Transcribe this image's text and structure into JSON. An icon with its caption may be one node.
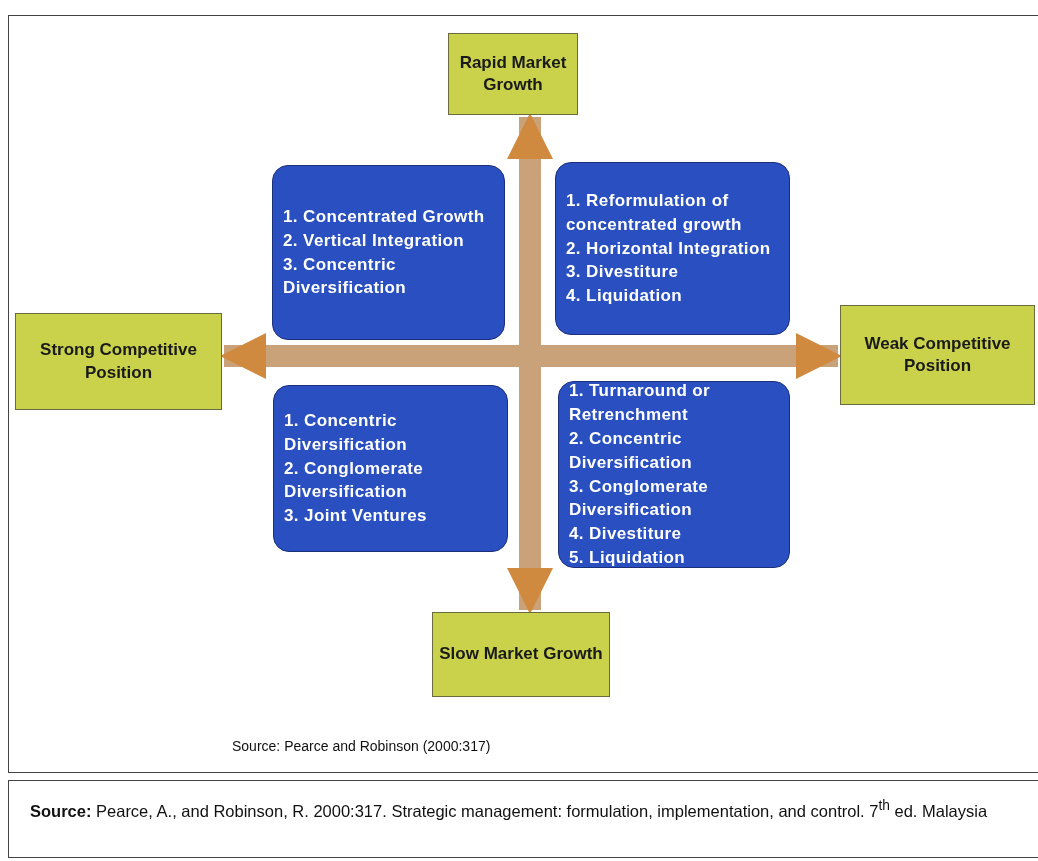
{
  "diagram": {
    "nodes": [
      {
        "text": [
          "Rapid Market Growth"
        ]
      },
      {
        "text": [
          "1. Concentrated Growth",
          "2. Vertical Integration",
          "3. Concentric Diversification"
        ]
      },
      {
        "text": [
          "1. Reformulation of concentrated growth",
          "2. Horizontal Integration",
          "3. Divestiture",
          "4. Liquidation"
        ]
      },
      {
        "text": [
          "Strong Competitive Position"
        ]
      },
      {
        "text": [
          "Weak Competitive Position"
        ]
      },
      {
        "text": [
          "1. Concentric Diversification",
          "2. Conglomerate Diversification",
          "3. Joint Ventures"
        ]
      },
      {
        "text": [
          "1. Turnaround or Retrenchment",
          "2. Concentric Diversification",
          "3. Conglomerate Diversification",
          "4. Divestiture",
          "5. Liquidation"
        ]
      },
      {
        "text": [
          "Slow Market Growth"
        ]
      }
    ],
    "edges": [
      {
        "from": 0,
        "to": 7,
        "arrow": "both"
      },
      {
        "from": 3,
        "to": 4,
        "arrow": "both"
      }
    ],
    "labels": [
      "Source: Pearce and Robinson (2000:317)",
      "**Source:** Pearce, A., and Robinson, R. 2000:317. Strategic management: formulation, implementation, and control. 7$^{th}$ ed. Malaysia"
    ]
  }
}
